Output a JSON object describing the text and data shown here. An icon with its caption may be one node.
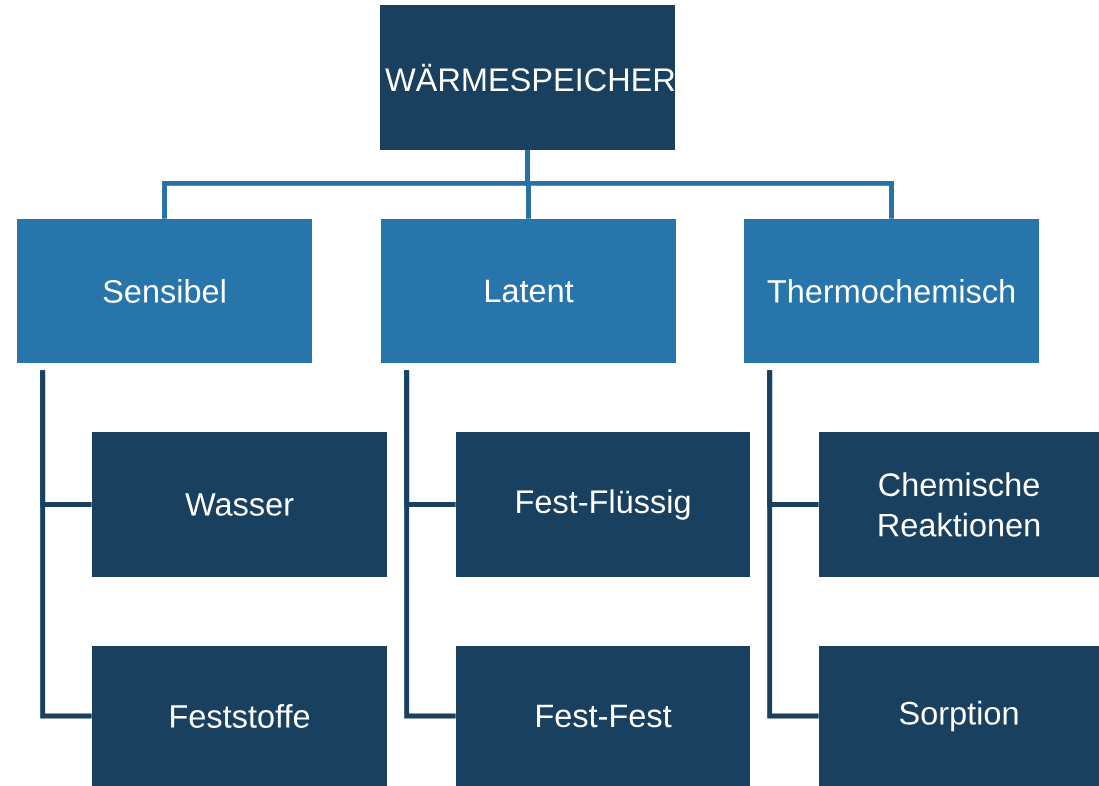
{
  "diagram": {
    "nodes": [
      {
        "text": [
          "WÄRMESPEICHER"
        ]
      },
      {
        "text": [
          "Sensibel"
        ]
      },
      {
        "text": [
          "Latent"
        ]
      },
      {
        "text": [
          "Thermochemisch"
        ]
      },
      {
        "text": [
          "Wasser"
        ]
      },
      {
        "text": [
          "Feststoffe"
        ]
      },
      {
        "text": [
          "Fest-Flüssig"
        ]
      },
      {
        "text": [
          "Fest-Fest"
        ]
      },
      {
        "text": [
          "Chemische Reaktionen"
        ]
      },
      {
        "text": [
          "Sorption"
        ]
      }
    ],
    "edges": [
      {
        "from": 0,
        "to": 1,
        "arrow": "none",
        "color": "#2671a8"
      },
      {
        "from": 0,
        "to": 2,
        "arrow": "none",
        "color": "#2671a8"
      },
      {
        "from": 0,
        "to": 3,
        "arrow": "none",
        "color": "#2671a8"
      },
      {
        "from": 1,
        "to": 4,
        "arrow": "none"
      },
      {
        "from": 1,
        "to": 5,
        "arrow": "none"
      },
      {
        "from": 2,
        "to": 6,
        "arrow": "none"
      },
      {
        "from": 2,
        "to": 7,
        "arrow": "none"
      },
      {
        "from": 3,
        "to": 8,
        "arrow": "none"
      },
      {
        "from": 3,
        "to": 9,
        "arrow": "none"
      }
    ]
  }
}
